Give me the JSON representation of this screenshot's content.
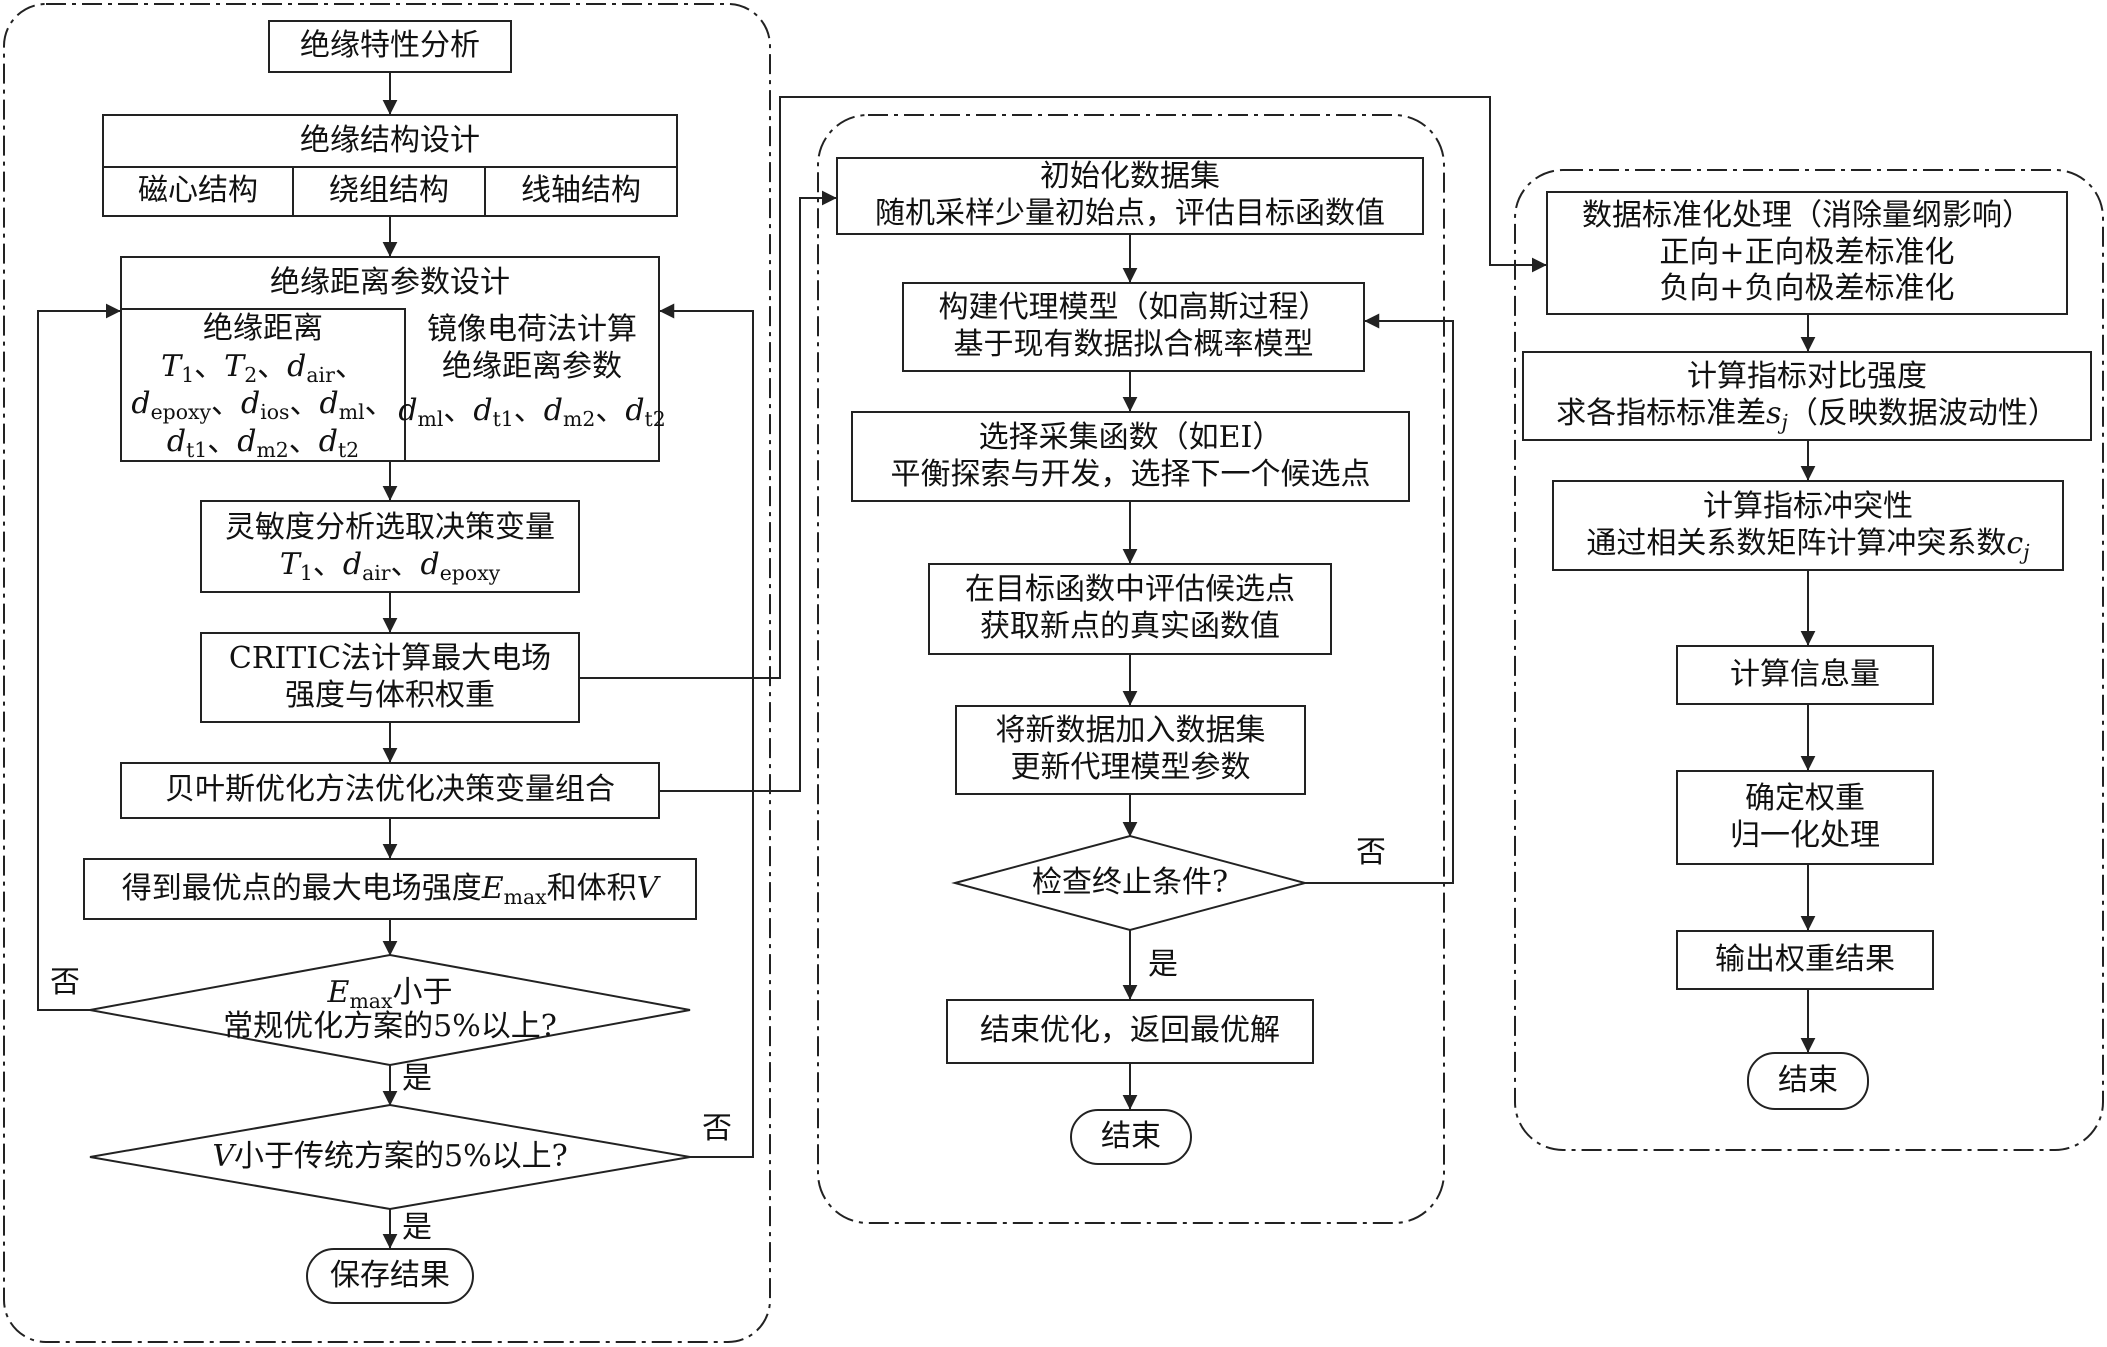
{
  "colors": {
    "stroke": "#222222",
    "background": "#ffffff",
    "text": "#111111"
  },
  "panel1": {
    "start": "绝缘特性分析",
    "structure": {
      "title": "绝缘结构设计",
      "cells": [
        "磁心结构",
        "绕组结构",
        "线轴结构"
      ]
    },
    "distance": {
      "title": "绝缘距离参数设计",
      "left_title": "绝缘距离",
      "left_var_row1": "T1、T2、dair、",
      "left_var_row2": "depoxy、dios、dml、",
      "left_var_row3": "dt1、dm2、dt2",
      "right_line1": "镜像电荷法计算",
      "right_line2": "绝缘距离参数",
      "right_var_row": "dml、dt1、dm2、dt2"
    },
    "sensitivity": {
      "line1": "灵敏度分析选取决策变量",
      "vars": "T1、dair、depoxy"
    },
    "critic": {
      "line1": "CRITIC法计算最大电场",
      "line2": "强度与体积权重"
    },
    "bayes": "贝叶斯优化方法优化决策变量组合",
    "result": {
      "pre": "得到最优点的最大电场强度",
      "e": "E",
      "e_sub": "max",
      "mid": "和体积",
      "v": "V"
    },
    "decision1": {
      "e": "E",
      "e_sub": "max",
      "line1_tail": "小于",
      "line2": "常规优化方案的5%以上?"
    },
    "decision2": {
      "v": "V",
      "tail": "小于传统方案的5%以上?"
    },
    "save": "保存结果",
    "no1": "否",
    "yes1": "是",
    "no2": "否",
    "yes2": "是"
  },
  "panel2": {
    "init": {
      "line1": "初始化数据集",
      "line2": "随机采样少量初始点，评估目标函数值"
    },
    "surrogate": {
      "line1": "构建代理模型（如高斯过程）",
      "line2": "基于现有数据拟合概率模型"
    },
    "acq": {
      "line1": "选择采集函数（如EI）",
      "line2": "平衡探索与开发，选择下一个候选点"
    },
    "eval": {
      "line1": "在目标函数中评估候选点",
      "line2": "获取新点的真实函数值"
    },
    "update": {
      "line1": "将新数据加入数据集",
      "line2": "更新代理模型参数"
    },
    "check": "检查终止条件?",
    "no": "否",
    "yes": "是",
    "finish": "结束优化，返回最优解",
    "end": "结束"
  },
  "panel3": {
    "standardize": {
      "line1": "数据标准化处理（消除量纲影响）",
      "line2": "正向+正向极差标准化",
      "line3": "负向+负向极差标准化"
    },
    "contrast": {
      "line1": "计算指标对比强度",
      "line2_pre": "求各指标标准差",
      "var": "s",
      "var_sub": "j",
      "line2_post": "（反映数据波动性）"
    },
    "conflict": {
      "line1": "计算指标冲突性",
      "line2_pre": "通过相关系数矩阵计算冲突系数",
      "var": "c",
      "var_sub": "j"
    },
    "info": "计算信息量",
    "weight": {
      "line1": "确定权重",
      "line2": "归一化处理"
    },
    "output": "输出权重结果",
    "end": "结束"
  }
}
